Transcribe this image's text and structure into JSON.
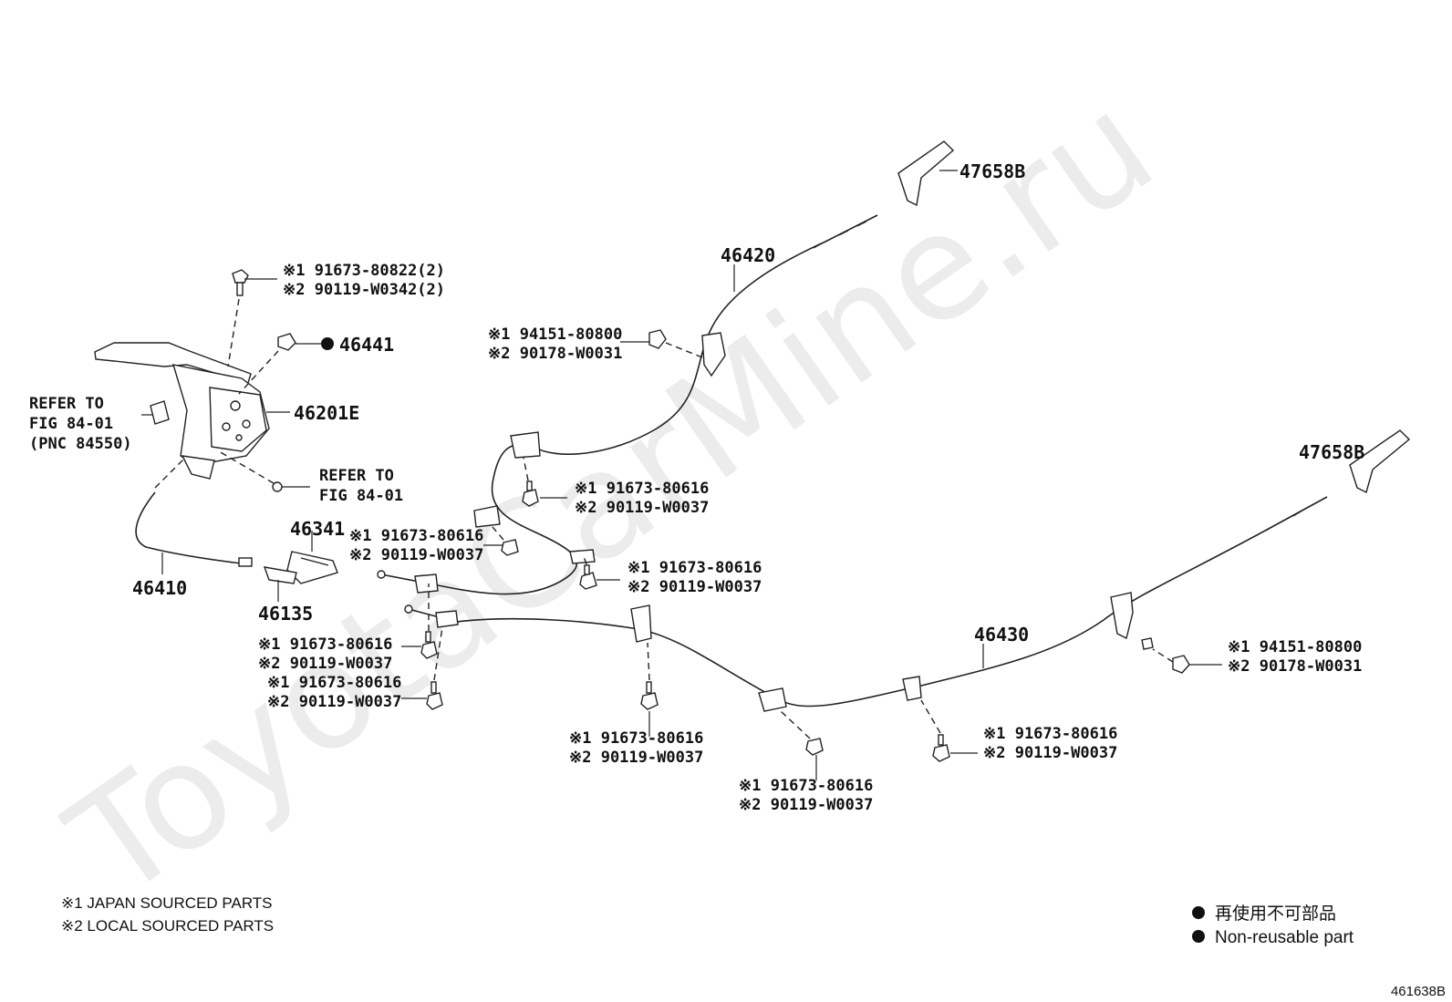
{
  "watermark": "ToyotaCarMine.ru",
  "figure_id": "461638B",
  "notes": {
    "japan": "※1 JAPAN SOURCED PARTS",
    "local": "※2 LOCAL SOURCED PARTS"
  },
  "legend": {
    "jp": "再使用不可部品",
    "en": "Non-reusable part"
  },
  "labels": {
    "p47658b_top": "47658B",
    "p47658b_right": "47658B",
    "p46420": "46420",
    "p46430": "46430",
    "p46441": "46441",
    "p46201e": "46201E",
    "p46341": "46341",
    "p46410": "46410",
    "p46135": "46135",
    "refer1_a": "REFER TO",
    "refer1_b": "FIG 84-01",
    "refer1_c": "(PNC 84550)",
    "refer2_a": "REFER TO",
    "refer2_b": "FIG 84-01"
  },
  "callouts": {
    "bolt_top_1": "※1 91673-80822(2)",
    "bolt_top_2": "※2 90119-W0342(2)",
    "nut_left_1": "※1 94151-80800",
    "nut_left_2": "※2 90178-W0031",
    "bolt_a_1": "※1 91673-80616",
    "bolt_a_2": "※2 90119-W0037",
    "bolt_b_1": "※1 91673-80616",
    "bolt_b_2": "※2 90119-W0037",
    "bolt_c_1": "※1 91673-80616",
    "bolt_c_2": "※2 90119-W0037",
    "bolt_d_1": "※1 91673-80616",
    "bolt_d_2": "※2 90119-W0037",
    "bolt_e_1": "※1 91673-80616",
    "bolt_e_2": "※2 90119-W0037",
    "bolt_f_1": "※1 91673-80616",
    "bolt_f_2": "※2 90119-W0037",
    "bolt_g_1": "※1 91673-80616",
    "bolt_g_2": "※2 90119-W0037",
    "bolt_h_1": "※1 91673-80616",
    "bolt_h_2": "※2 90119-W0037",
    "nut_right_1": "※1 94151-80800",
    "nut_right_2": "※2 90178-W0031"
  }
}
